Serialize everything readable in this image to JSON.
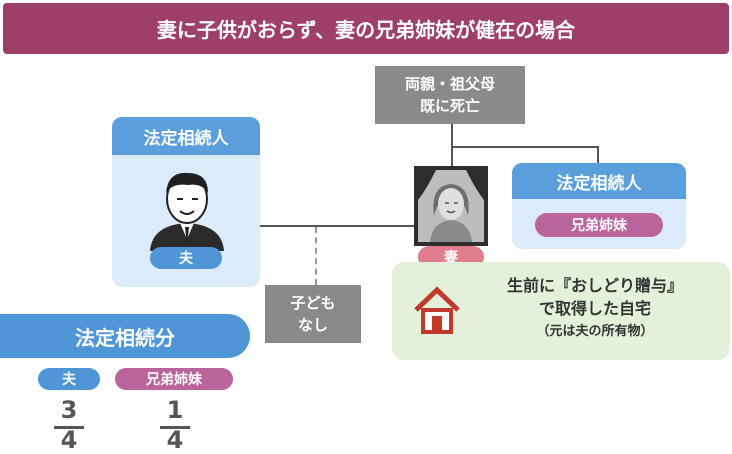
{
  "title": "妻に子供がおらず、妻の兄弟姉妹が健在の場合",
  "parents_box": {
    "line1": "両親・祖父母",
    "line2": "既に死亡"
  },
  "husband_panel": {
    "header": "法定相続人",
    "label": "夫"
  },
  "sibling_panel": {
    "header": "法定相続人",
    "label": "兄弟姉妹"
  },
  "wife_label": "妻",
  "no_child_box": {
    "line1": "子ども",
    "line2": "なし"
  },
  "note": {
    "line1": "生前に『おしどり贈与』",
    "line2": "で取得した自宅",
    "line3": "（元は夫の所有物）"
  },
  "shares": {
    "header": "法定相続分",
    "items": [
      {
        "label": "夫",
        "numerator": "3",
        "denominator": "4",
        "color": "#4e96d6"
      },
      {
        "label": "兄弟姉妹",
        "numerator": "1",
        "denominator": "4",
        "color": "#b9649a"
      }
    ]
  },
  "colors": {
    "title": "#9e3f6a",
    "panel": "#dcebf9",
    "header": "#5a9fdc",
    "note": "#e3f1db"
  }
}
